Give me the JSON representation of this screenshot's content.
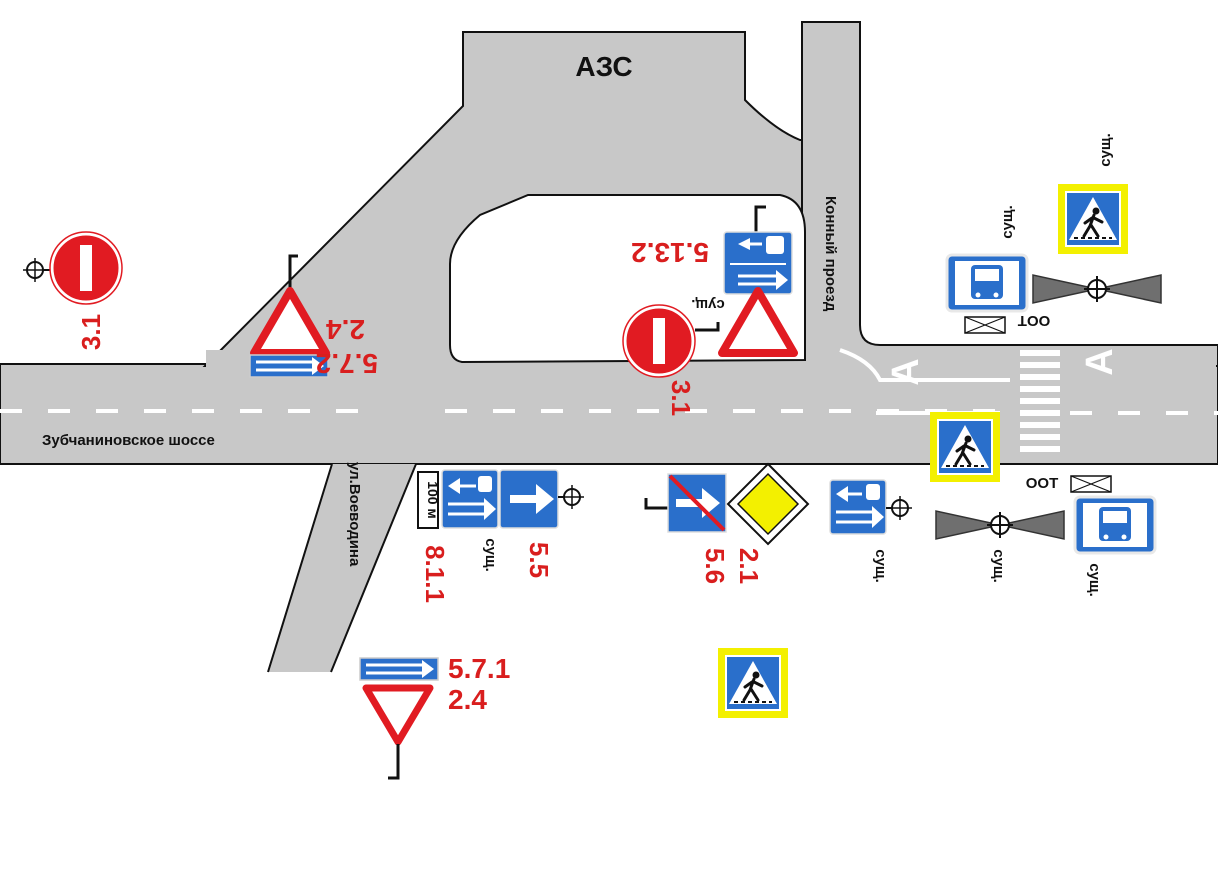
{
  "places": {
    "gas_station": "АЗС",
    "main_road": "Зубчаниновское шоссе",
    "side_street": "ул.Воеводина",
    "driveway": "Конный проезд"
  },
  "road_markings": {
    "lane_arrow_west": "A",
    "lane_arrow_east": "A"
  },
  "sign_codes": {
    "no_entry_west": "3.1",
    "no_entry_island": "3.1",
    "lane_signs_island": "5.13.2",
    "yield_north": "2.4",
    "lane_direction_north": "5.7.2",
    "yield_south": "2.4",
    "lane_direction_south": "5.7.1",
    "one_way_south": "5.5",
    "distance_plate": "8.1.1",
    "priority_road": "2.1",
    "end_one_way": "5.6"
  },
  "plates": {
    "distance_text": "100 м"
  },
  "notes": {
    "existing": "сущ.",
    "bus_stop": "ООТ"
  },
  "colors": {
    "road": "#c8c8c8",
    "sign_red": "#e11b22",
    "sign_blue": "#2a6fcb",
    "label_red": "#d91e1e",
    "ped_frame_yellow": "#f3f000"
  }
}
